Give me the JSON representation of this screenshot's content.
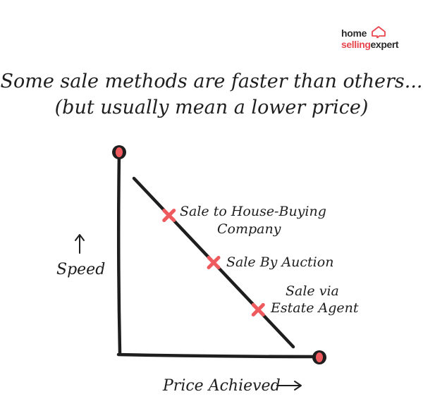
{
  "logo": {
    "line1": "home",
    "line2_a": "selling",
    "line2_b": "expert",
    "accent_color": "#e8474f",
    "dark_color": "#2a2a2a",
    "icon": "house-chat-icon"
  },
  "title": {
    "line1": "Some sale methods are faster than others...",
    "line2": "(but usually mean a lower price)"
  },
  "diagram": {
    "y_axis_label": "Speed",
    "x_axis_label": "Price Achieved",
    "points": [
      {
        "label_lines": [
          "Sale to House-Buying",
          "Company"
        ],
        "position_on_line": 0.22
      },
      {
        "label_lines": [
          "Sale By Auction"
        ],
        "position_on_line": 0.5
      },
      {
        "label_lines": [
          "Sale via",
          "Estate Agent"
        ],
        "position_on_line": 0.78
      }
    ],
    "marker_color": "#ee5a5e",
    "line_color": "#1e1e1e",
    "endpoint_color": "#ee5a5e"
  }
}
